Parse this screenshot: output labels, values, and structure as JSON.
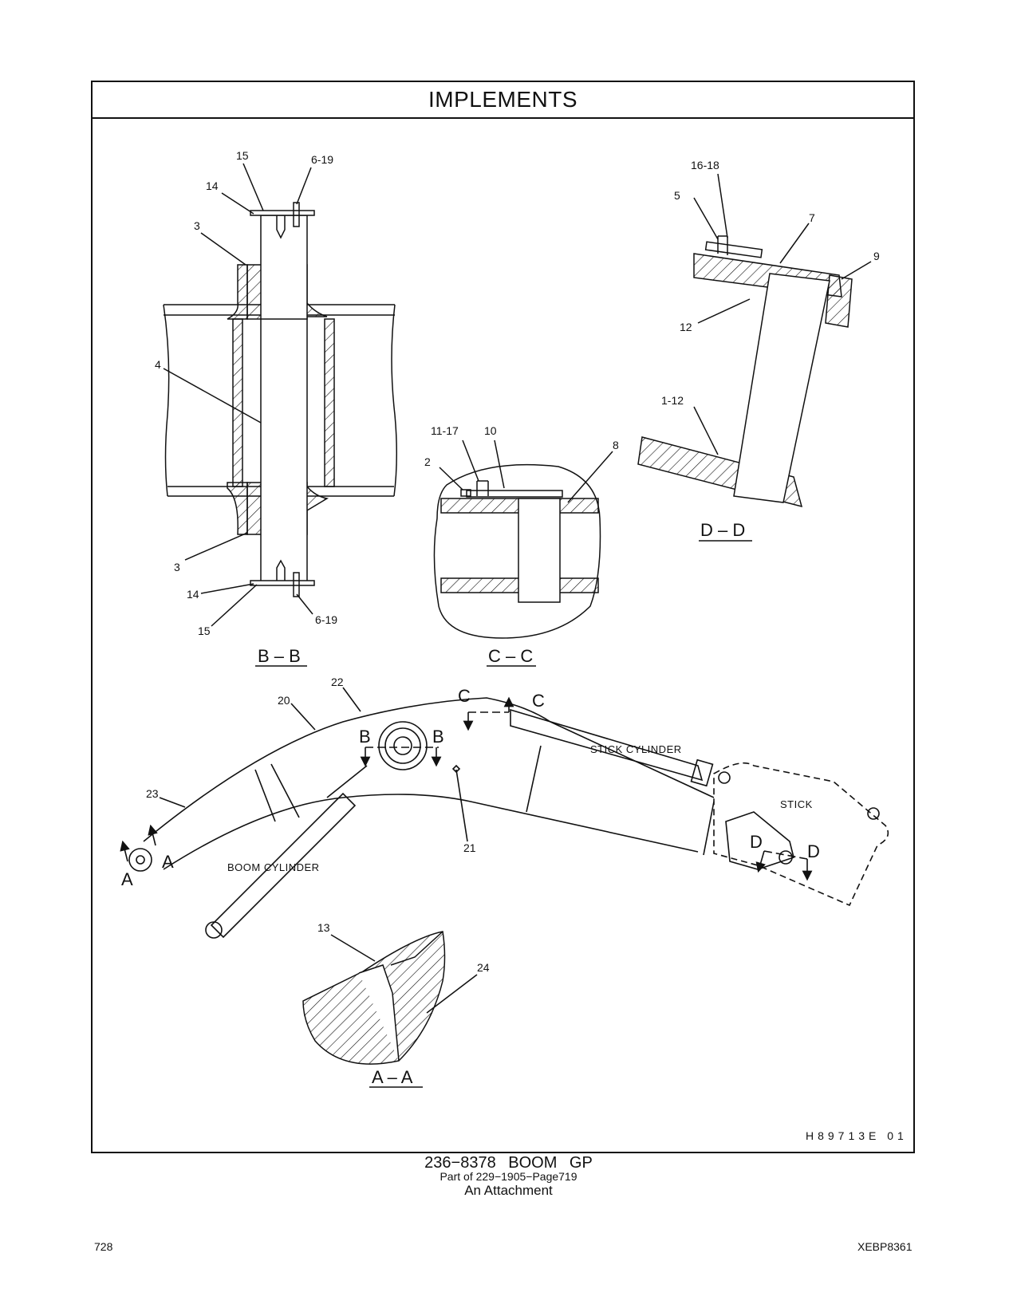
{
  "header": {
    "title": "IMPLEMENTS"
  },
  "callouts": {
    "bb_15_top": "15",
    "bb_619_top": "6-19",
    "bb_14_top": "14",
    "bb_3_top": "3",
    "bb_4": "4",
    "bb_3_bot": "3",
    "bb_14_bot": "14",
    "bb_15_bot": "15",
    "bb_619_bot": "6-19",
    "cc_1117": "11-17",
    "cc_10": "10",
    "cc_2": "2",
    "cc_8": "8",
    "dd_1618": "16-18",
    "dd_5": "5",
    "dd_7": "7",
    "dd_9": "9",
    "dd_12": "12",
    "dd_112": "1-12",
    "m_22": "22",
    "m_20": "20",
    "m_23": "23",
    "m_21": "21",
    "aa_13": "13",
    "aa_24": "24"
  },
  "sections": {
    "bb": "B – B",
    "cc": "C – C",
    "dd": "D – D",
    "aa": "A – A",
    "A": "A",
    "B": "B",
    "C": "C",
    "D": "D"
  },
  "labels": {
    "stick_cylinder": "STICK  CYLINDER",
    "boom_cylinder": "BOOM  CYLINDER",
    "stick": "STICK"
  },
  "drawing_number": "H89713E   01",
  "caption": {
    "title": "236−8378  BOOM  GP",
    "part_of": "Part of 229−1905−Page719",
    "attachment": "An Attachment"
  },
  "footer": {
    "page_number": "728",
    "document_id": "XEBP8361"
  }
}
